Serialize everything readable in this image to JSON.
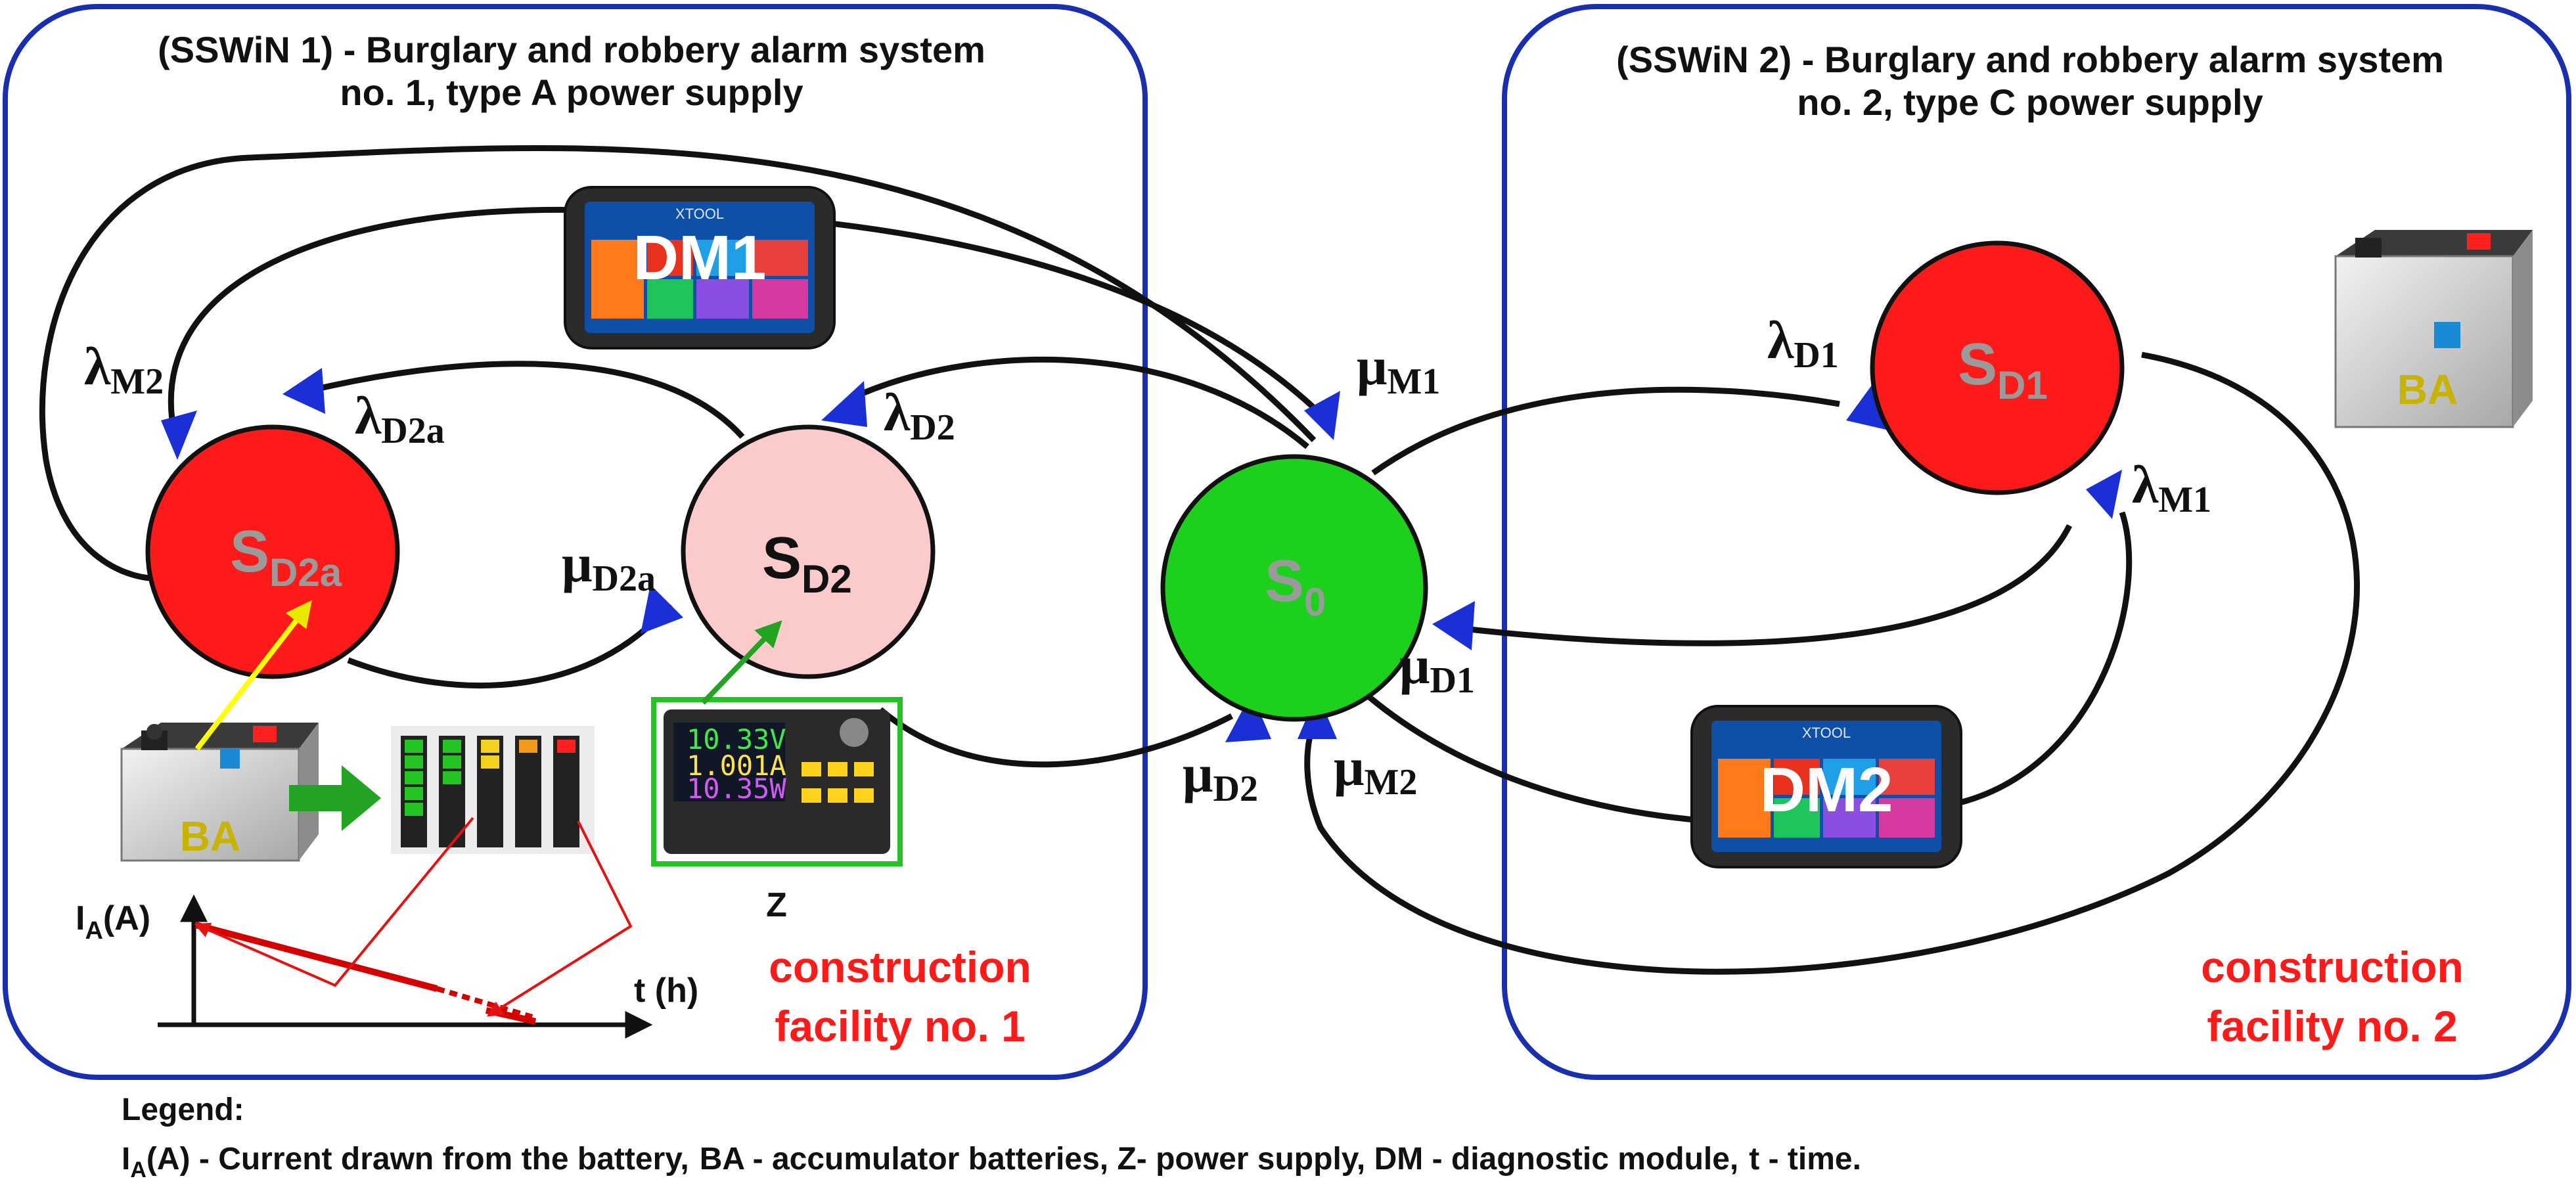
{
  "panels": {
    "left_title_1": "(SSWiN 1) - Burglary and robbery alarm system",
    "left_title_2": "no. 1, type A power supply",
    "right_title_1": "(SSWiN 2) - Burglary and robbery alarm system",
    "right_title_2": "no. 2, type C power supply",
    "left_footer_1": "construction",
    "left_footer_2": "facility no. 1",
    "right_footer_1": "construction",
    "right_footer_2": "facility no. 2"
  },
  "states": {
    "sd2a": {
      "main": "S",
      "sub": "D2a",
      "color": "#ff1a1a"
    },
    "sd2": {
      "main": "S",
      "sub": "D2",
      "color": "#fbcaca"
    },
    "s0": {
      "main": "S",
      "sub": "0",
      "color": "#1bd11b"
    },
    "sd1": {
      "main": "S",
      "sub": "D1",
      "color": "#ff1a1a"
    }
  },
  "transitions": {
    "lambda_m2": {
      "sym": "λ",
      "sub": "M2"
    },
    "lambda_d2a": {
      "sym": "λ",
      "sub": "D2a"
    },
    "lambda_d2": {
      "sym": "λ",
      "sub": "D2"
    },
    "mu_d2a": {
      "sym": "μ",
      "sub": "D2a"
    },
    "mu_m1": {
      "sym": "μ",
      "sub": "M1"
    },
    "mu_d2": {
      "sym": "μ",
      "sub": "D2"
    },
    "mu_d1": {
      "sym": "μ",
      "sub": "D1"
    },
    "mu_m2": {
      "sym": "μ",
      "sub": "M2"
    },
    "lambda_d1": {
      "sym": "λ",
      "sub": "D1"
    },
    "lambda_m1": {
      "sym": "λ",
      "sub": "M1"
    }
  },
  "devices": {
    "dm1": "DM1",
    "dm2": "DM2",
    "tablet_brand": "XTOOL",
    "ba_left": "BA",
    "ba_right": "BA",
    "z_label": "Z",
    "lcd_voltage": "10.33V",
    "lcd_current": "1.001A",
    "lcd_power": "10.35W"
  },
  "graph": {
    "y_label_main": "I",
    "y_label_sub": "A",
    "y_label_unit": "(A)",
    "x_label": "t (h)"
  },
  "legend": {
    "heading": "Legend:",
    "line_i": "I",
    "line_i_sub": "A",
    "line_rest": "(A) - Current drawn from the battery,",
    "ba": "BA - accumulator batteries, Z- power supply, DM - diagnostic module,",
    "t": "t - time."
  },
  "colors": {
    "panel_border": "#1a2fb0",
    "arrowhead": "#1a2fd6",
    "green_arrow": "#22a322",
    "yellow_arrow": "#ffff00",
    "red_line": "#e81010"
  }
}
